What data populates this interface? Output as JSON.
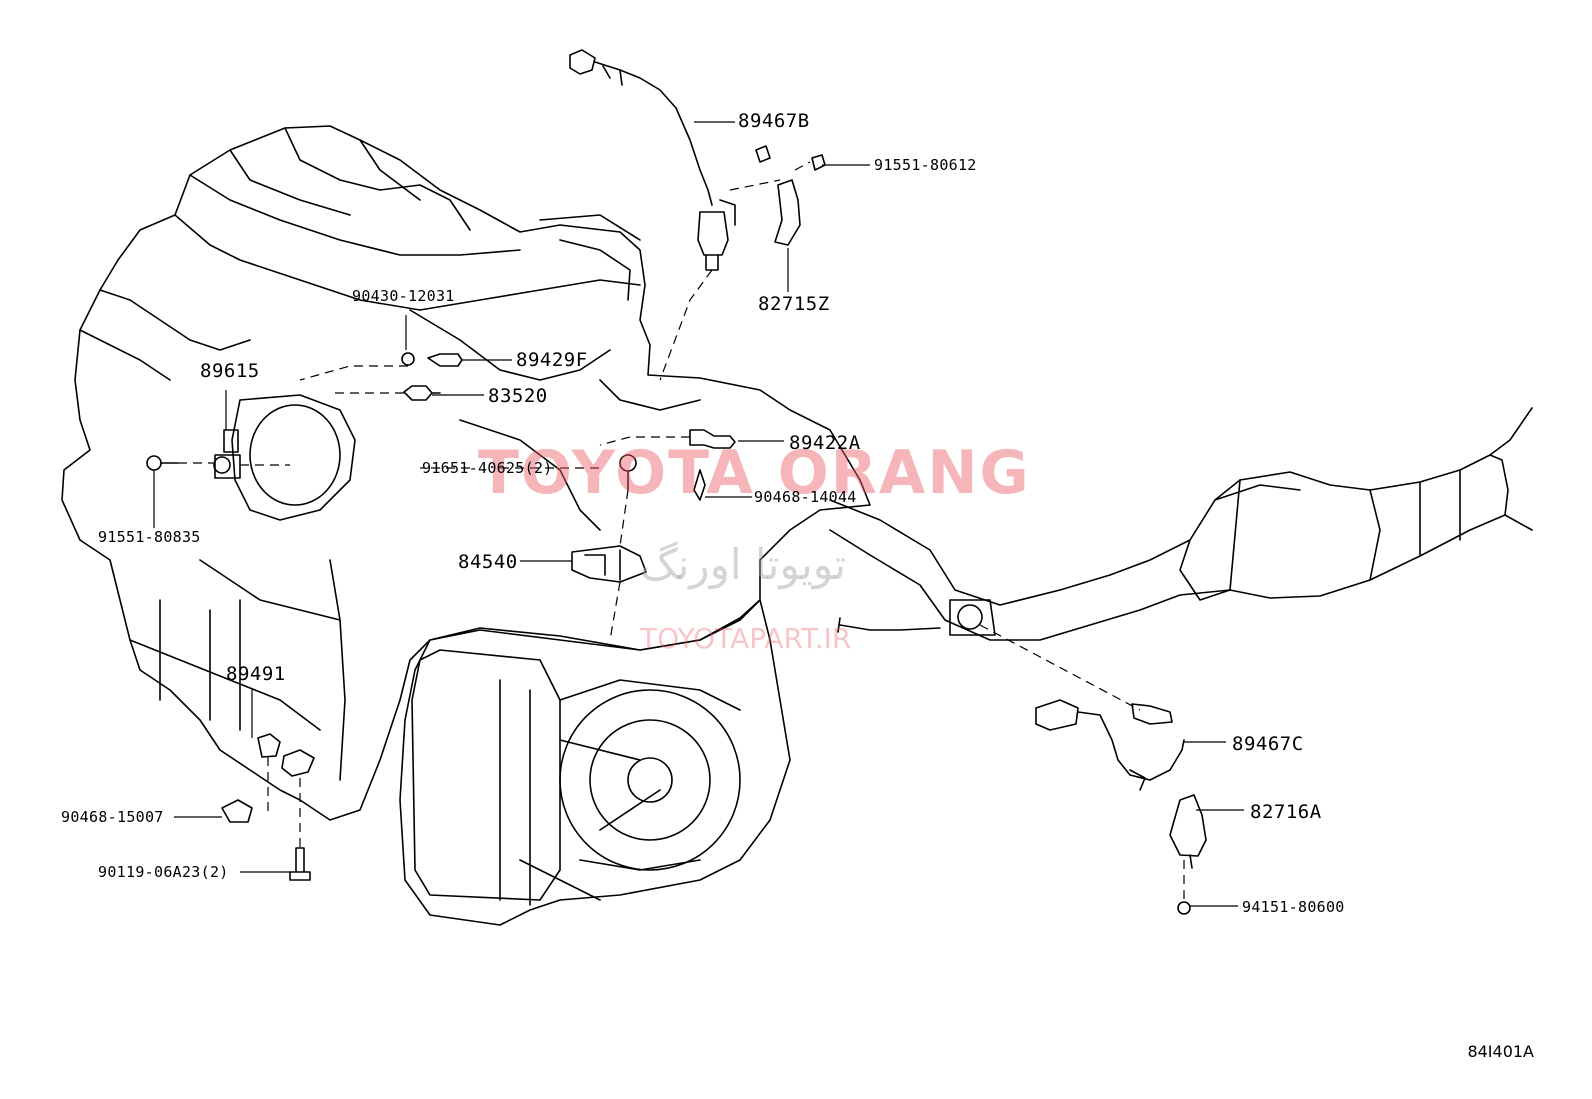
{
  "labels": {
    "p89467B": "89467B",
    "p91551_80612": "91551-80612",
    "p82715Z": "82715Z",
    "p90430_12031": "90430-12031",
    "p89429F": "89429F",
    "p89615": "89615",
    "p83520": "83520",
    "p89422A": "89422A",
    "p91651_40625": "91651-40625(2)",
    "p90468_14044": "90468-14044",
    "p91551_80835": "91551-80835",
    "p84540": "84540",
    "p89491": "89491",
    "p90468_15007": "90468-15007",
    "p90119_06A23": "90119-06A23(2)",
    "p89467C": "89467C",
    "p82716A": "82716A",
    "p94151_80600": "94151-80600"
  },
  "watermark": {
    "main": "TOYOTA ORANG",
    "farsi": "تویوتا اورنگ",
    "site": "TOYOTAPART.IR"
  },
  "diagram_code": "84I401A"
}
